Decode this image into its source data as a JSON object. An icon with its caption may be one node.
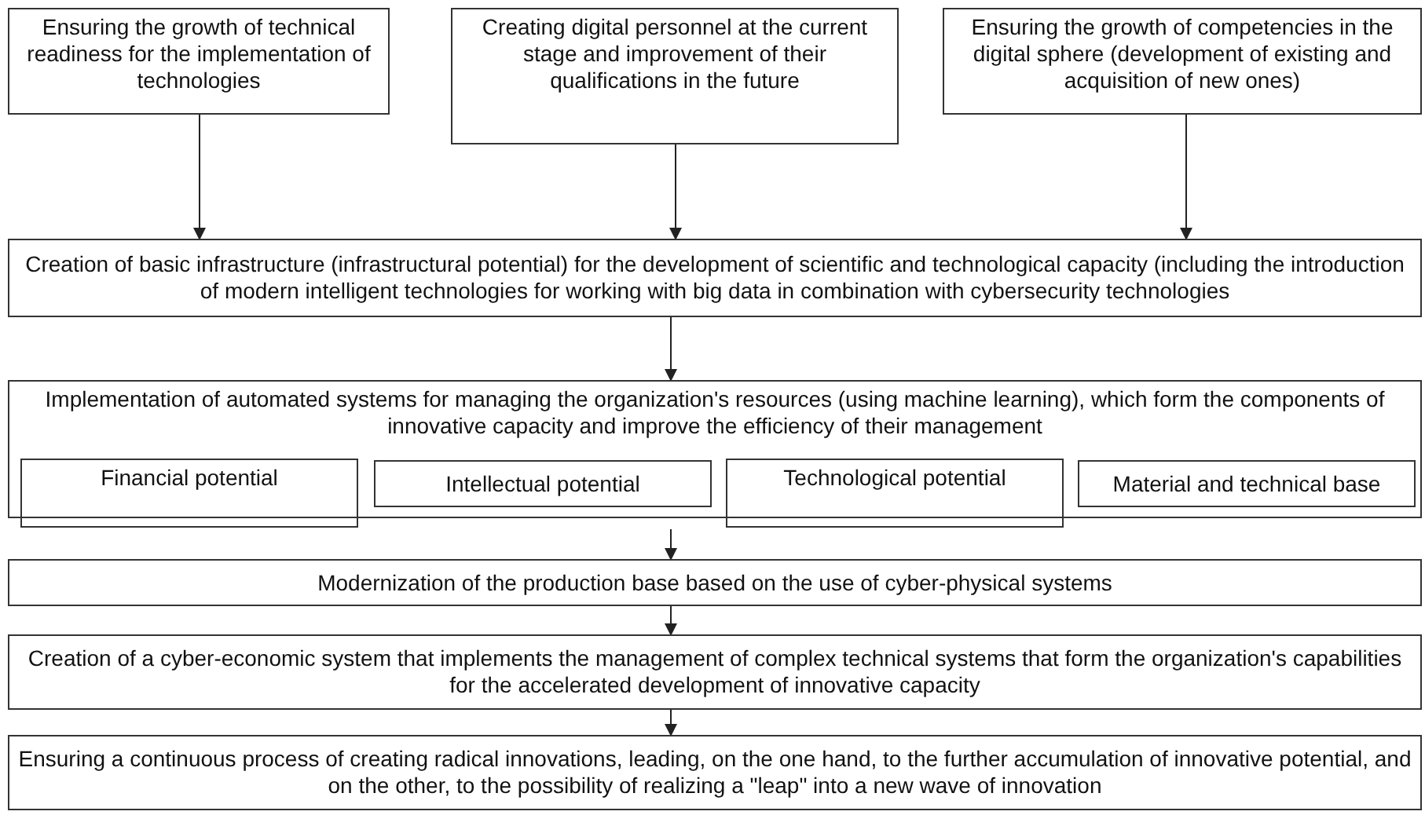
{
  "diagram": {
    "nodes": [
      {
        "text": [
          "Ensuring the growth of technical readiness for the implementation of technologies"
        ]
      },
      {
        "text": [
          "Creating digital personnel at the current stage and improvement of their qualifications in the future"
        ]
      },
      {
        "text": [
          "Ensuring the growth of competencies in the digital sphere (development of existing and acquisition of new ones)"
        ]
      },
      {
        "text": [
          "Creation of basic infrastructure (infrastructural potential) for the development of scientific and technological capacity (including the introduction of modern intelligent technologies for working with big data in combination with cybersecurity technologies"
        ]
      },
      {
        "text": [
          "Implementation of automated systems for managing the organization's resources (using machine learning), which form the components of innovative capacity and improve the efficiency of their management"
        ]
      },
      {
        "text": [
          "Financial potential"
        ]
      },
      {
        "text": [
          "Intellectual potential"
        ],
        "in": 4
      },
      {
        "text": [
          "Technological potential"
        ]
      },
      {
        "text": [
          "Material and technical base"
        ],
        "in": 4
      },
      {
        "text": [
          "Modernization of the production base based on the use of cyber-physical systems"
        ]
      },
      {
        "text": [
          "Creation of a cyber-economic system that implements the management of complex technical systems that form the organization's capabilities for the accelerated development of innovative capacity"
        ]
      },
      {
        "text": [
          "Ensuring a continuous process of creating radical innovations, leading, on the one hand, to the further accumulation of innovative potential, and on the other, to the possibility of realizing a \"leap\" into a new wave of innovation"
        ]
      }
    ],
    "edges": [
      {
        "from": 0,
        "to": 3,
        "arrow": "to"
      },
      {
        "from": 1,
        "to": 3,
        "arrow": "to"
      },
      {
        "from": 2,
        "to": 3,
        "arrow": "to"
      },
      {
        "from": 3,
        "to": 4,
        "arrow": "to"
      },
      {
        "from": 4,
        "to": 9,
        "arrow": "to"
      },
      {
        "from": 9,
        "to": 10,
        "arrow": "to"
      },
      {
        "from": 10,
        "to": 11,
        "arrow": "to"
      }
    ]
  }
}
